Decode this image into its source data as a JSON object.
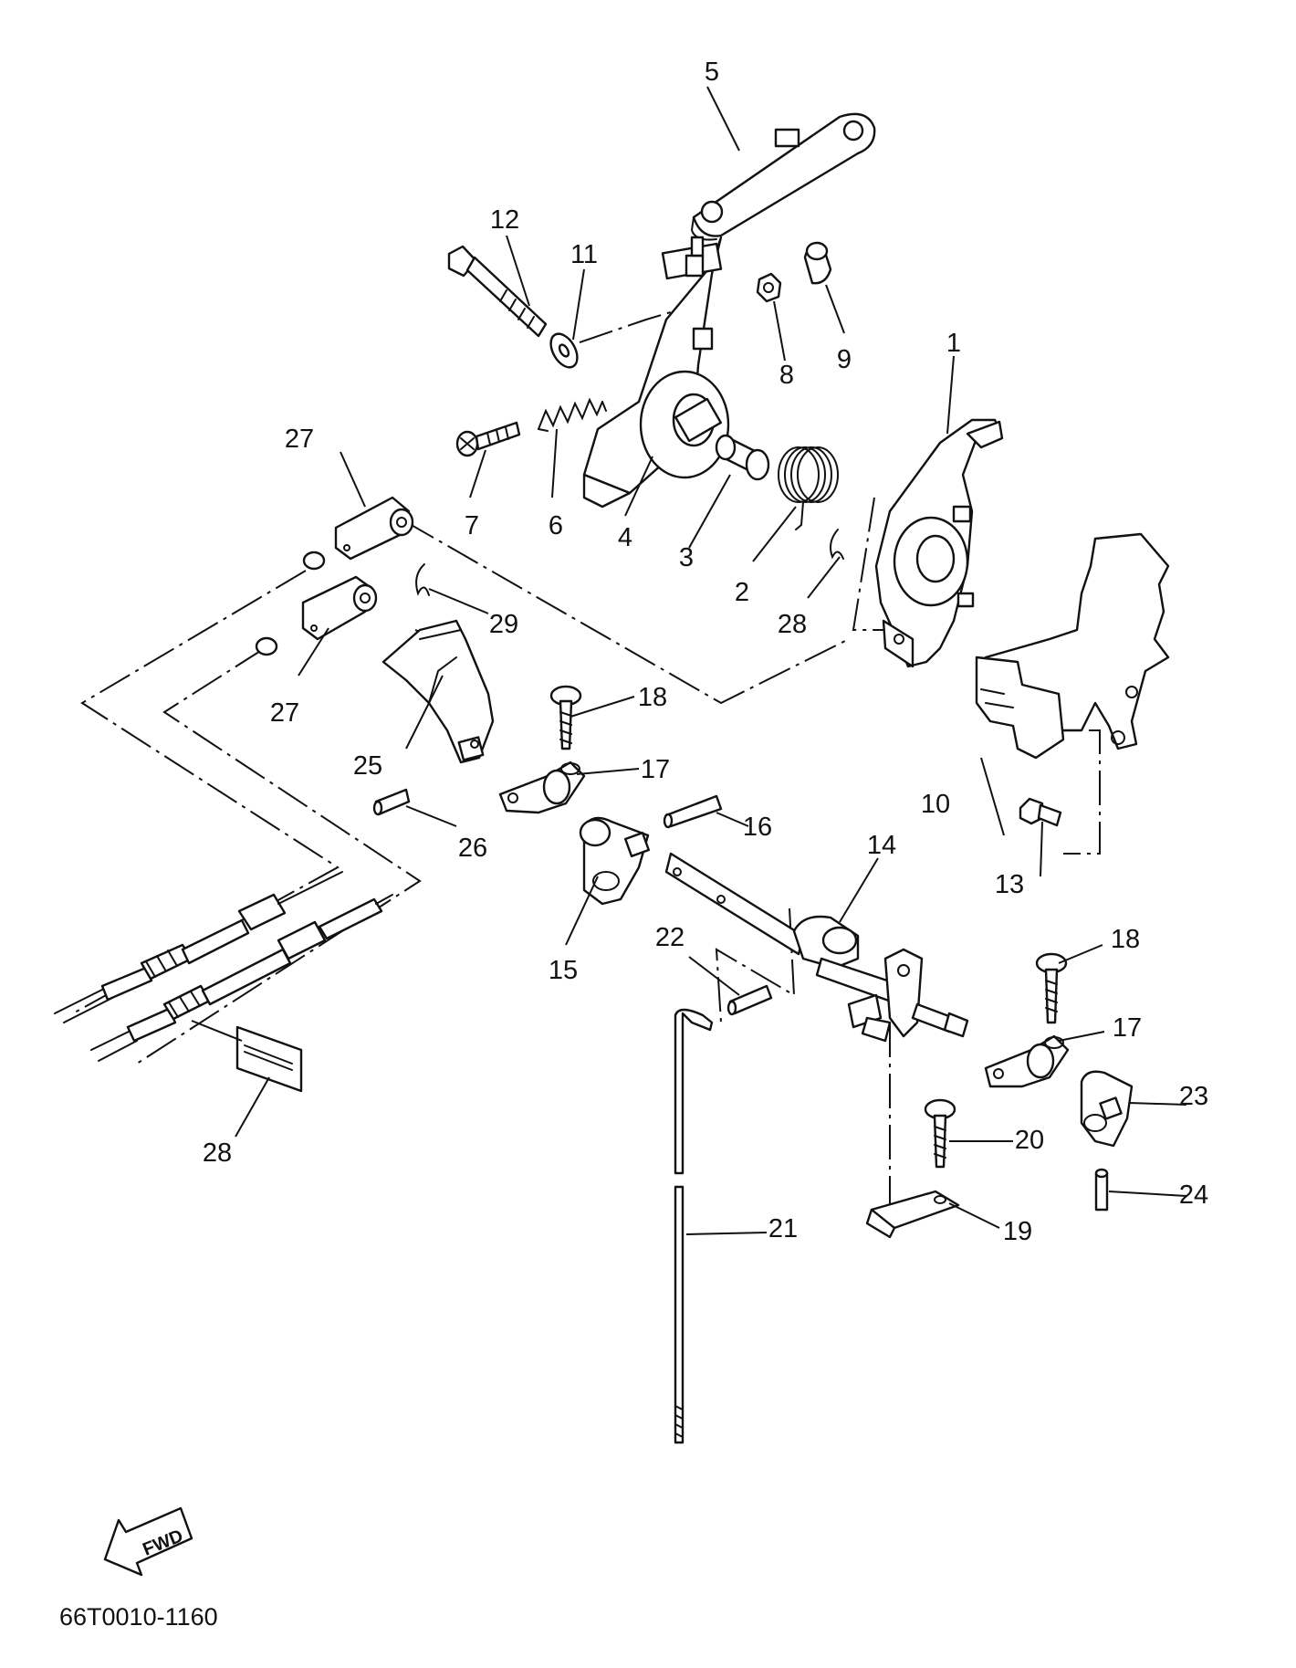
{
  "diagram_code": "66T0010-1160",
  "fwd_label": "FWD",
  "callouts": [
    "1",
    "2",
    "3",
    "4",
    "5",
    "6",
    "7",
    "8",
    "9",
    "10",
    "11",
    "12",
    "13",
    "14",
    "15",
    "16",
    "17",
    "17",
    "18",
    "18",
    "19",
    "20",
    "21",
    "22",
    "23",
    "24",
    "25",
    "26",
    "27",
    "27",
    "28",
    "28",
    "29"
  ]
}
